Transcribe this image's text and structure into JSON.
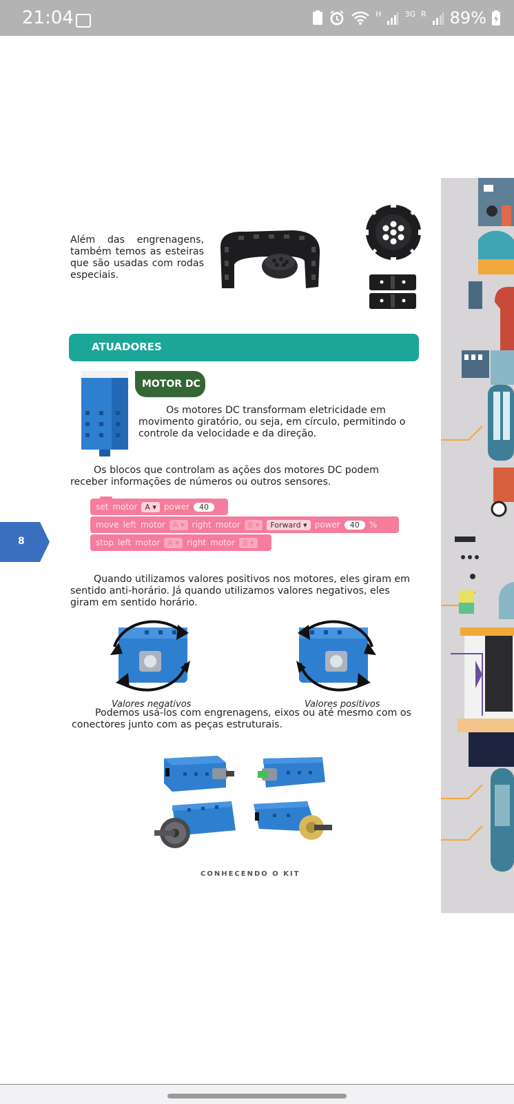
{
  "status_bar": {
    "time": "21:04",
    "net_small_1": "H",
    "net_small_2": "3G",
    "roaming": "R",
    "battery": "89%"
  },
  "page": {
    "intro_text": "Além das engrenagens, também temos as esteiras que são usadas com rodas especiais.",
    "section_title": "ATUADORES",
    "motor_title": "MOTOR DC",
    "motor_description": "Os motores DC transformam eletricidade em movimento giratório, ou seja, em círculo, permitindo o controle da velocidade e da direção.",
    "blocks_intro": "Os blocos que controlam as ações dos motores DC podem receber informações de números ou outros sensores.",
    "code_blocks": {
      "row1": {
        "kw1": "set",
        "kw2": "motor",
        "motor": "A",
        "kw3": "power",
        "power": "40"
      },
      "row2": {
        "kw1": "move",
        "kw2": "left",
        "kw3": "motor",
        "left": "A",
        "kw4": "right",
        "kw5": "motor",
        "right": "B",
        "direction": "Forward",
        "kw6": "power",
        "power": "40",
        "unit": "%"
      },
      "row3": {
        "kw1": "stop",
        "kw2": "left",
        "kw3": "motor",
        "left": "A",
        "kw4": "right",
        "kw5": "motor",
        "right": "B"
      }
    },
    "direction_text": "Quando utilizamos valores positivos nos motores, eles giram em sentido anti-horário. Já quando utilizamos valores negativos, eles giram em sentido horário.",
    "caption_negative": "Valores negativos",
    "caption_positive": "Valores positivos",
    "usage_text": "Podemos usá-los com engrenagens, eixos ou até mesmo com os conectores junto com as peças estruturais.",
    "footer": "CONHECENDO O KIT",
    "page_number": "8"
  },
  "colors": {
    "status_bar": "#b3b3b3",
    "banner": "#1ba698",
    "motor_label": "#356635",
    "page_tab": "#3a6fc0",
    "code_block": "#f57c9c",
    "motor_blue": "#2f7fd0"
  }
}
